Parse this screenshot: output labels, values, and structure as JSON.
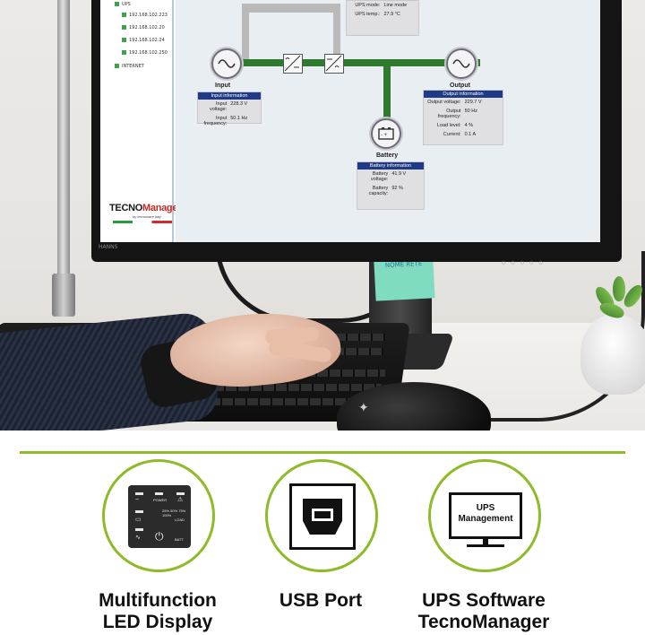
{
  "photo": {
    "screen": {
      "tree": [
        "UPS",
        "192.168.102.223",
        "192.168.102.20",
        "192.168.102.24",
        "192.168.102.250",
        "INTERNET"
      ],
      "brand": {
        "part1": "TECNO",
        "part2": "Manager",
        "tagline": "by tecnoware italy"
      },
      "top_panel": [
        {
          "k": "UPS mode:",
          "v": "Line mode"
        },
        {
          "k": "UPS temp.:",
          "v": "27.9 °C"
        }
      ],
      "input": {
        "label": "Input",
        "header": "Input information",
        "rows": [
          {
            "k": "Input voltage:",
            "v": "228.3 V"
          },
          {
            "k": "Input frequency:",
            "v": "50.1 Hz"
          }
        ]
      },
      "output": {
        "label": "Output",
        "header": "Output information",
        "rows": [
          {
            "k": "Output voltage:",
            "v": "229.7 V"
          },
          {
            "k": "Output frequency:",
            "v": "50 Hz"
          },
          {
            "k": "Load level:",
            "v": "4 %"
          },
          {
            "k": "Current:",
            "v": "0.1 A"
          }
        ]
      },
      "battery": {
        "label": "Battery",
        "header": "Battery information",
        "rows": [
          {
            "k": "Battery voltage:",
            "v": "41.9 V"
          },
          {
            "k": "Battery capacity:",
            "v": "92 %"
          }
        ]
      }
    },
    "monitor_brand": "HANNS",
    "sticky_note": "CAMBIARE IL NOME RETE"
  },
  "colors": {
    "accent_green": "#8dbb29",
    "panel_header": "#1f3a86",
    "bus_green": "#2f7a2f"
  },
  "features": [
    {
      "icon": "led-display-icon",
      "caption_line1": "Multifunction",
      "caption_line2": "LED Display",
      "led_labels": {
        "power": "POWER",
        "load": "LOAD",
        "batt": "BATT",
        "scale": "25% 50% 75% 100%"
      }
    },
    {
      "icon": "usb-port-icon",
      "caption_line1": "USB Port",
      "caption_line2": ""
    },
    {
      "icon": "monitor-software-icon",
      "caption_line1": "UPS Software",
      "caption_line2": "TecnoManager",
      "screen_text_line1": "UPS",
      "screen_text_line2": "Management"
    }
  ]
}
